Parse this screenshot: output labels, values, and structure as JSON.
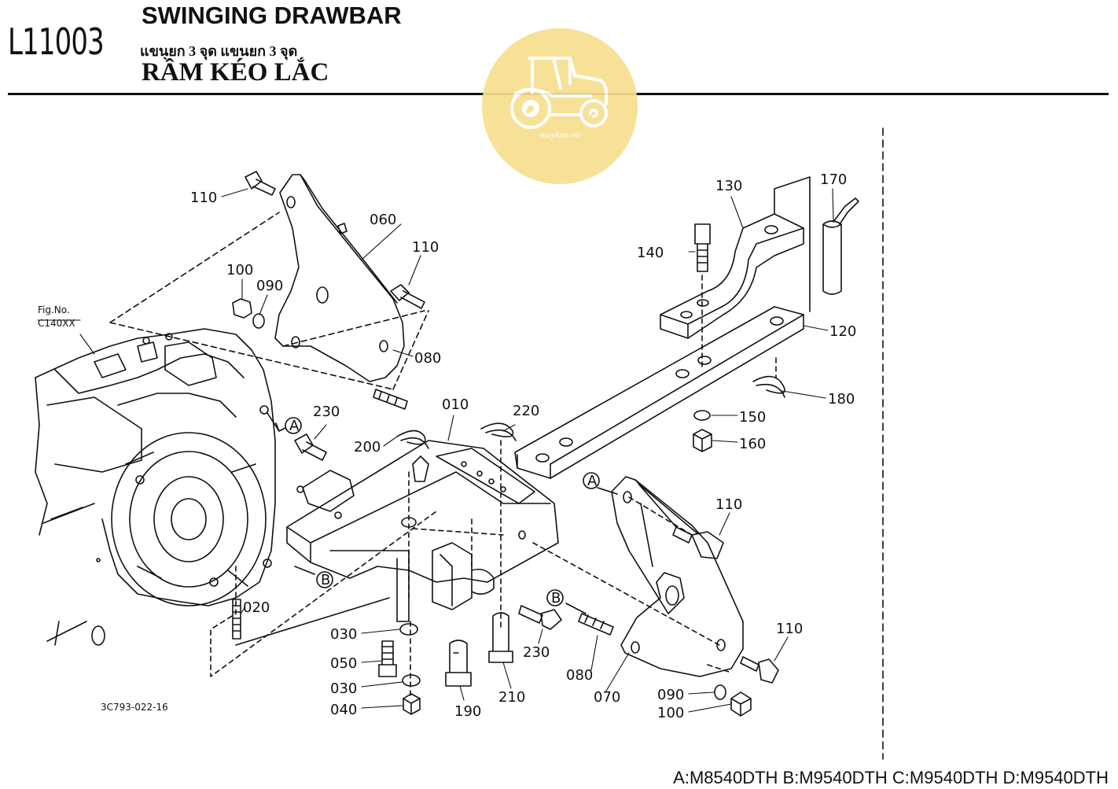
{
  "header": {
    "diagram_id": "L11003",
    "title_en": "SWINGING DRAWBAR",
    "title_th": "แขนยก 3 จุด แขนยก 3 จุด",
    "title_vi": "RẦM KÉO LẮC"
  },
  "watermark": {
    "text": "maykeo.vn",
    "icon": "tractor-icon"
  },
  "reference": {
    "fig_label": "Fig.No.",
    "fig_number": "C140XX",
    "drawing_code": "3C793-022-16"
  },
  "callouts": {
    "A": "A",
    "B": "B"
  },
  "part_labels": {
    "p010": "010",
    "p020": "020",
    "p030a": "030",
    "p030b": "030",
    "p040": "040",
    "p050": "050",
    "p060": "060",
    "p070": "070",
    "p080a": "080",
    "p080b": "080",
    "p090a": "090",
    "p090b": "090",
    "p100a": "100",
    "p100b": "100",
    "p110a": "110",
    "p110b": "110",
    "p110c": "110",
    "p110d": "110",
    "p120": "120",
    "p130": "130",
    "p140": "140",
    "p150": "150",
    "p160": "160",
    "p170": "170",
    "p180": "180",
    "p190": "190",
    "p200": "200",
    "p210": "210",
    "p220": "220",
    "p230a": "230",
    "p230b": "230"
  },
  "footer": {
    "models": "A:M8540DTH B:M9540DTH C:M9540DTH D:M9540DTH"
  }
}
